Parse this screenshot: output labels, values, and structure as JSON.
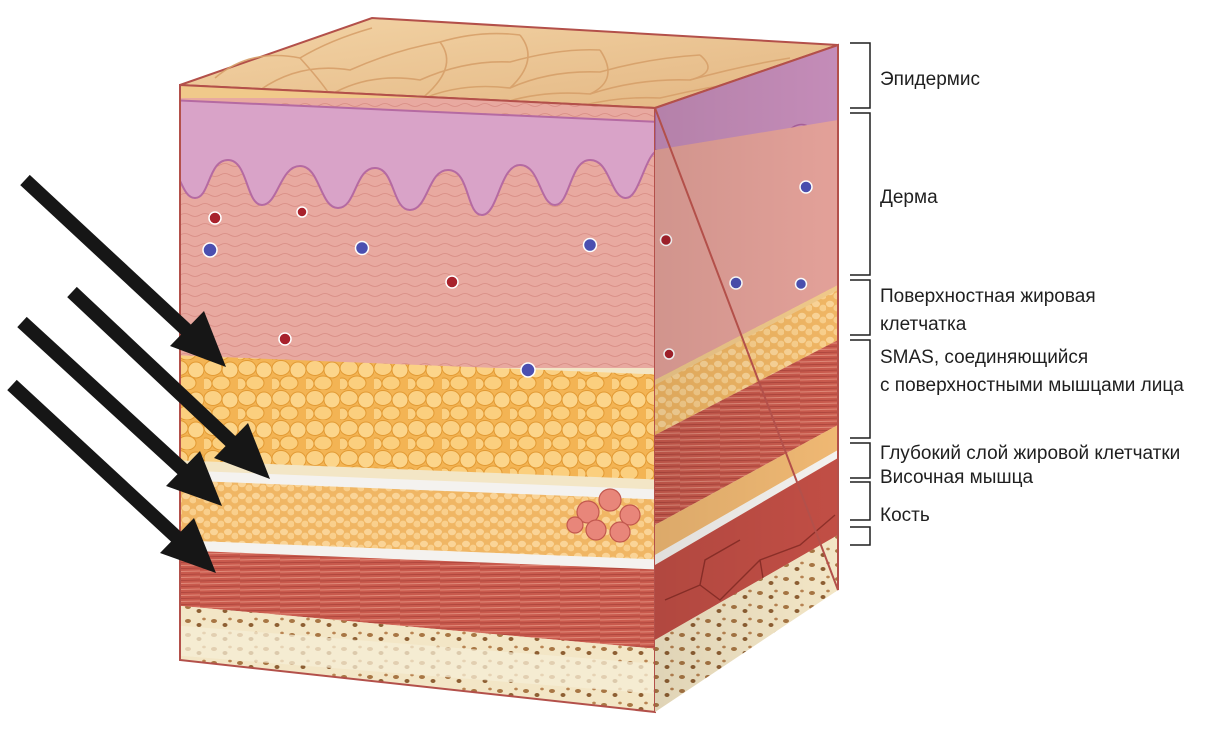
{
  "layers": [
    {
      "id": "epidermis",
      "lines": [
        "Эпидермис"
      ]
    },
    {
      "id": "dermis",
      "lines": [
        "Дерма"
      ]
    },
    {
      "id": "superficial-fat",
      "lines": [
        "Поверхностная жировая",
        "клетчатка"
      ]
    },
    {
      "id": "smas",
      "lines": [
        "SMAS, соединяющийся",
        "с поверхностными мышцами лица"
      ]
    },
    {
      "id": "deep-fat",
      "lines": [
        "Глубокий слой жировой клетчатки"
      ]
    },
    {
      "id": "temporal-muscle",
      "lines": [
        "Височная мышца"
      ]
    },
    {
      "id": "bone",
      "lines": [
        "Кость"
      ]
    }
  ],
  "colors": {
    "epidermis_top": "#e9c79a",
    "dermis_pink": "#e7a6a0",
    "epidermis_purple": "#d69bc6",
    "fat_yellow": "#f7c36a",
    "muscle_red": "#c8544a",
    "bone_cream": "#f4ead0",
    "bone_spongy": "#a5743f",
    "arrow": "#161616",
    "vessel_red": "#a8222c",
    "vessel_blue": "#4b4fb0"
  },
  "icons": [
    "arrow-icon",
    "bracket-icon"
  ]
}
